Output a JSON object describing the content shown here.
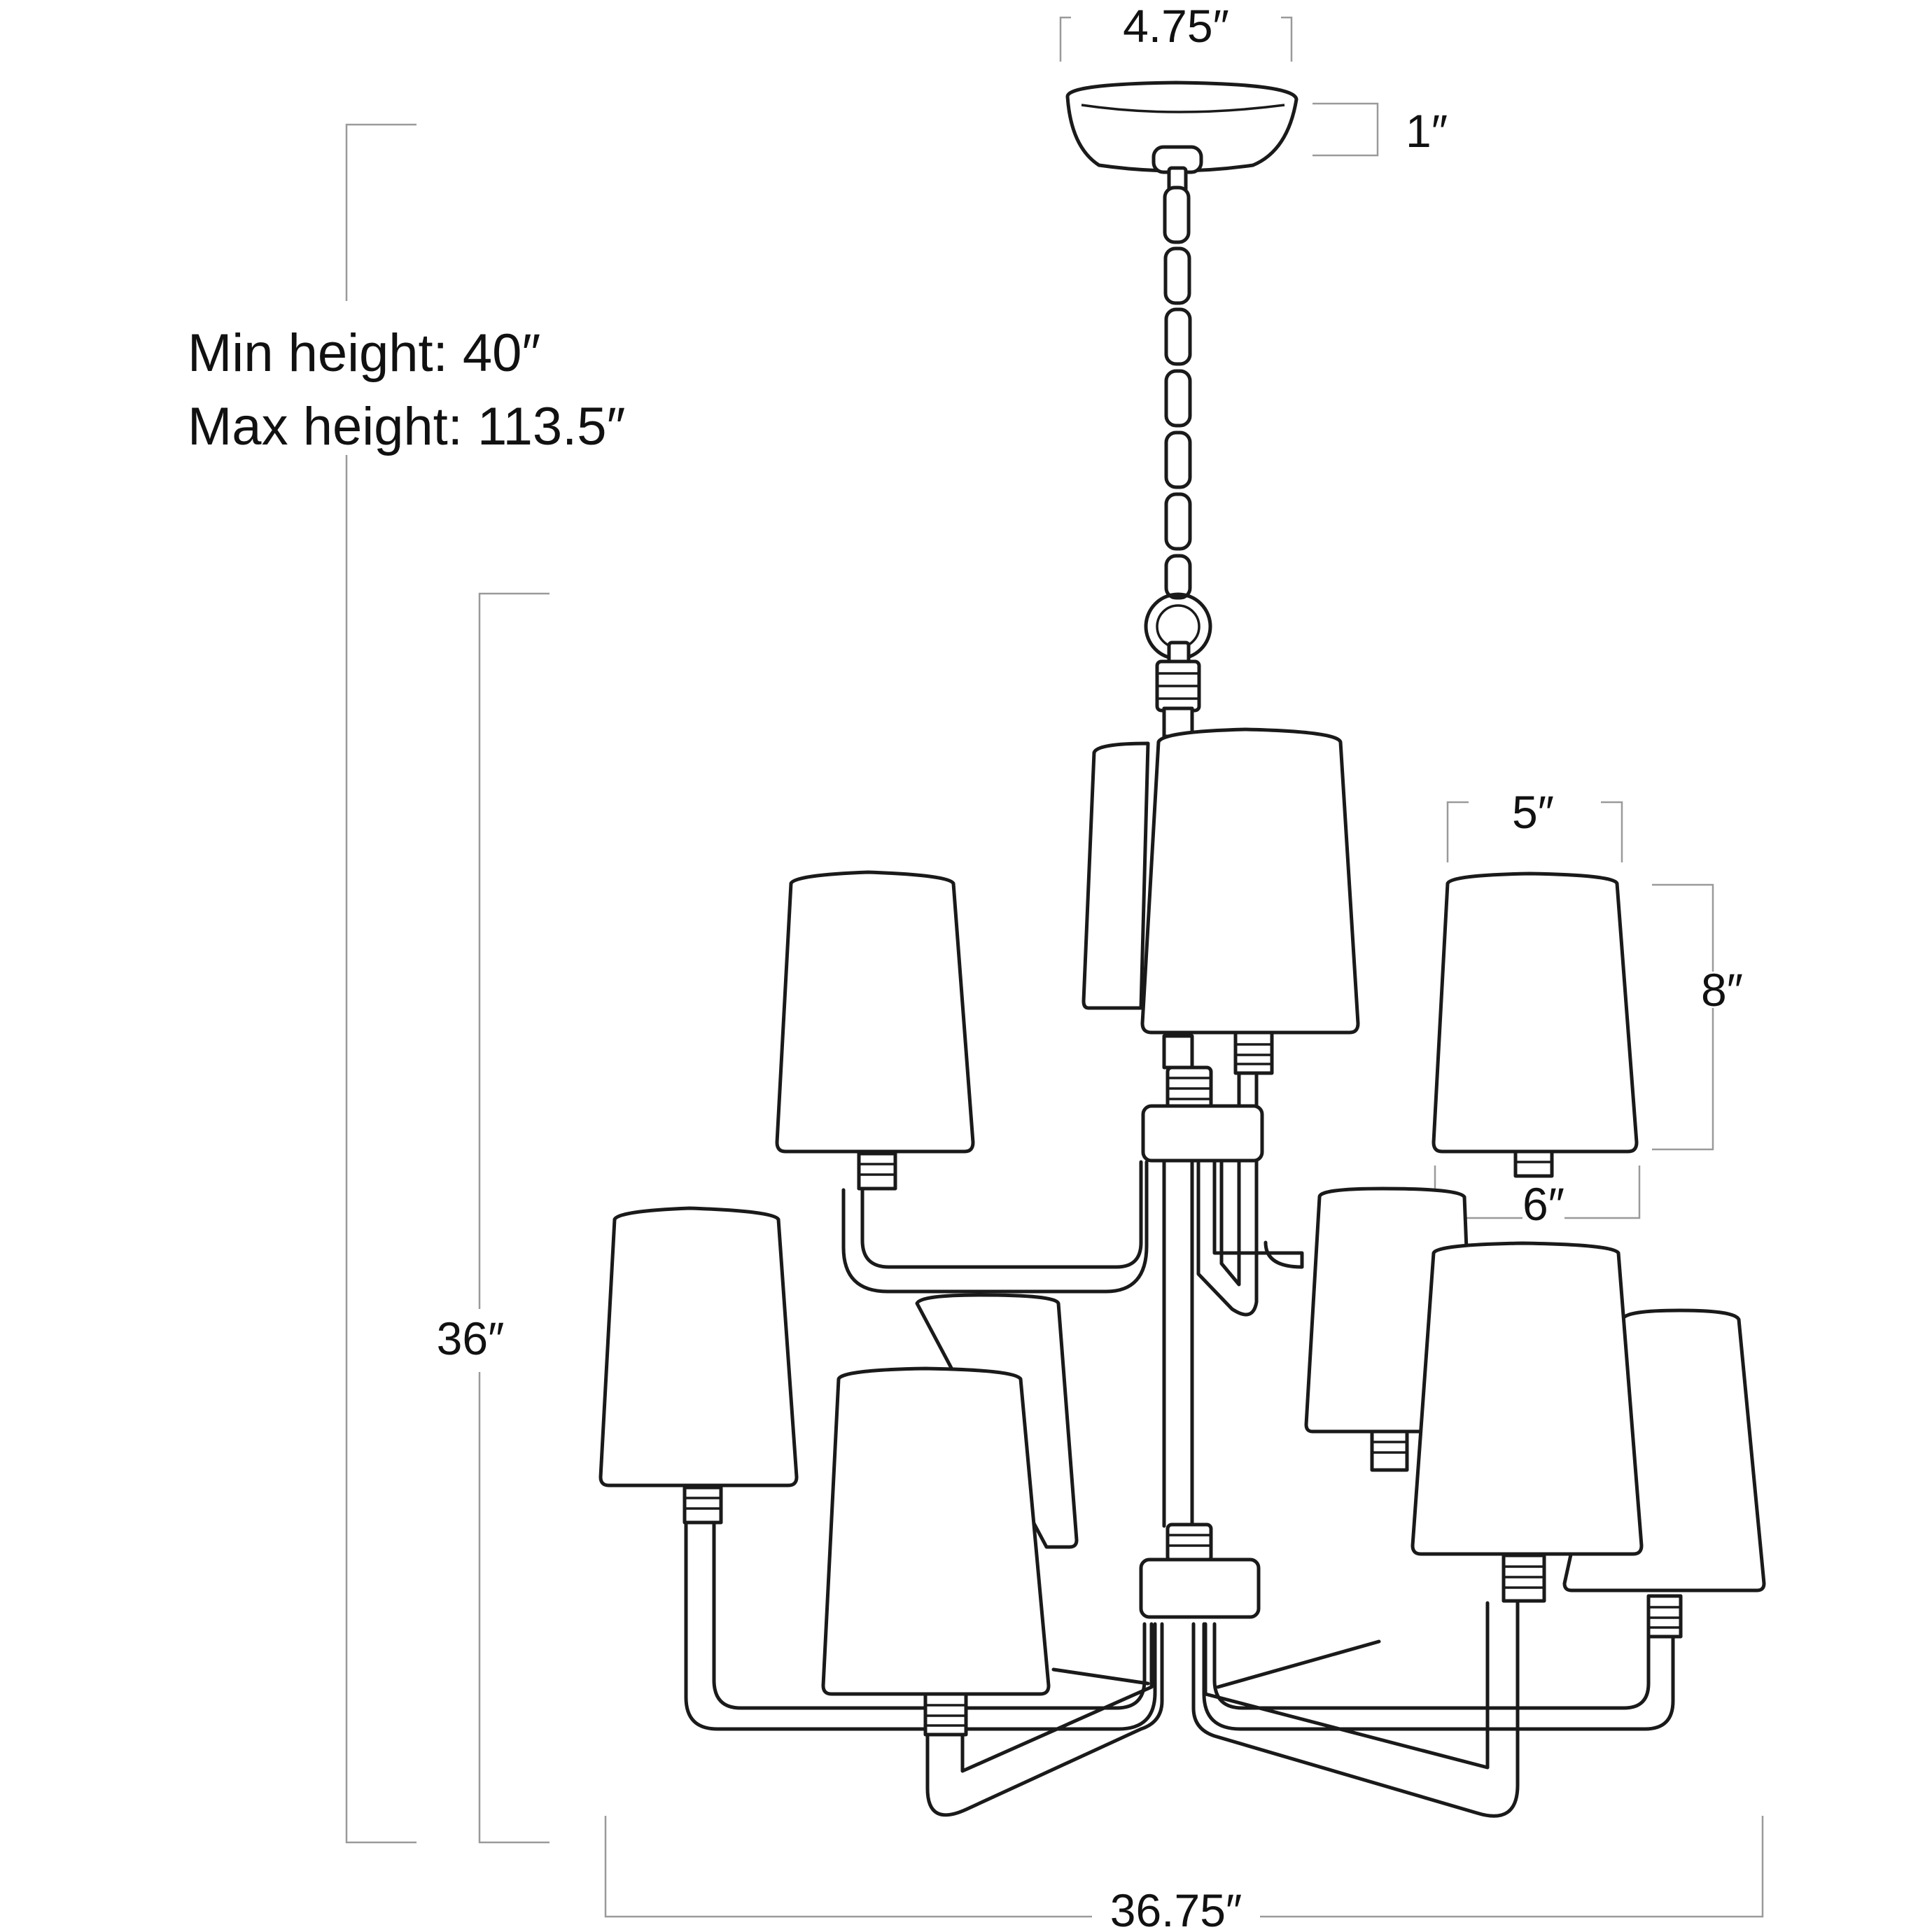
{
  "dimensions": {
    "canopy_width": "4.75″",
    "canopy_height": "1″",
    "min_height": "Min height: 40″",
    "max_height": "Max height: 113.5″",
    "shade_top": "5″",
    "shade_height": "8″",
    "shade_bottom": "6″",
    "body_height": "36″",
    "overall_width": "36.75″"
  },
  "colors": {
    "line": "#1a1a1a",
    "dimension_line": "#9a9a9a",
    "background": "#ffffff"
  }
}
